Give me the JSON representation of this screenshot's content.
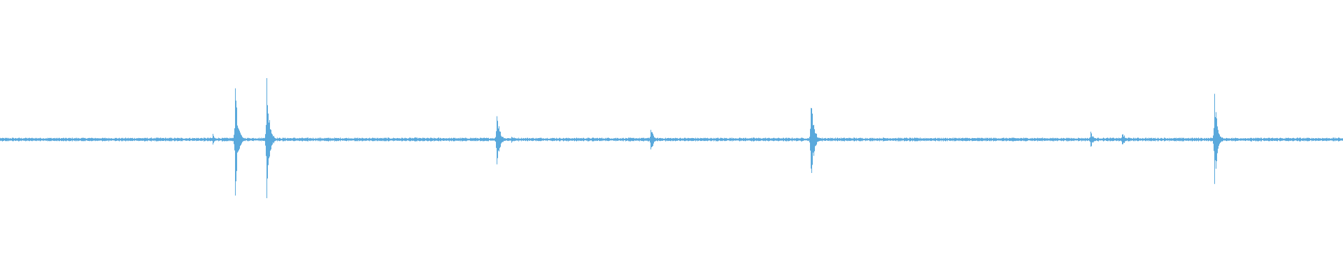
{
  "waveform": {
    "color": "#5aa9dc",
    "background": "#ffffff",
    "peaks": [
      {
        "t": 0.1585,
        "amplitude": 0.08
      },
      {
        "t": 0.1752,
        "amplitude": 0.81
      },
      {
        "t": 0.1982,
        "amplitude": 1.0
      },
      {
        "t": 0.3093,
        "amplitude": 0.03
      },
      {
        "t": 0.3698,
        "amplitude": 0.49
      },
      {
        "t": 0.3806,
        "amplitude": 0.05
      },
      {
        "t": 0.4844,
        "amplitude": 0.21
      },
      {
        "t": 0.6036,
        "amplitude": 0.74
      },
      {
        "t": 0.8119,
        "amplitude": 0.12
      },
      {
        "t": 0.8356,
        "amplitude": 0.13
      },
      {
        "t": 0.9041,
        "amplitude": 0.69
      }
    ]
  }
}
